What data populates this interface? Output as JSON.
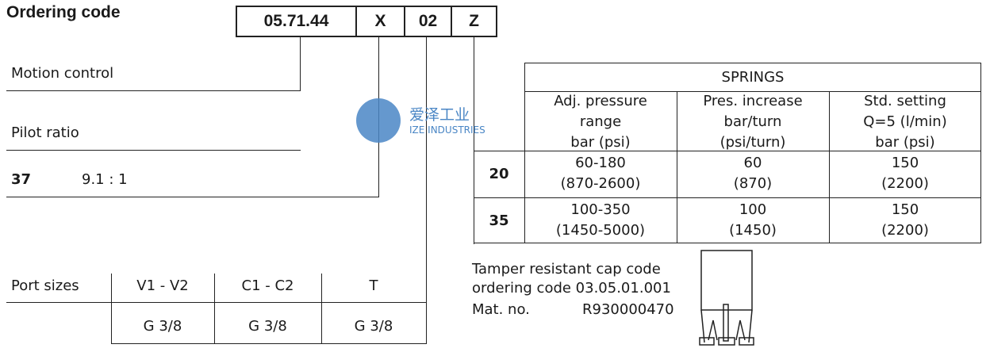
{
  "title": "Ordering code",
  "code": [
    "05.71.44",
    "X",
    "02",
    "Z"
  ],
  "motion_control": "Motion control",
  "pilot_ratio": {
    "label": "Pilot ratio",
    "code": "37",
    "value": "9.1 : 1"
  },
  "watermark": {
    "cn": "爱泽工业",
    "en": "IZE INDUSTRIES",
    "color": "#4a86c5"
  },
  "springs": {
    "title": "SPRINGS",
    "headers": [
      "Adj. pressure\nrange\nbar (psi)",
      "Pres. increase\nbar/turn\n(psi/turn)",
      "Std. setting\nQ=5 (l/min)\nbar (psi)"
    ],
    "rows": [
      {
        "code": "20",
        "cells": [
          "60-180\n(870-2600)",
          "60\n(870)",
          "150\n(2200)"
        ]
      },
      {
        "code": "35",
        "cells": [
          "100-350\n(1450-5000)",
          "100\n(1450)",
          "150\n(2200)"
        ]
      }
    ]
  },
  "ports": {
    "label": "Port sizes",
    "headers": [
      "V1 - V2",
      "C1 - C2",
      "T"
    ],
    "values": [
      "G 3/8",
      "G 3/8",
      "G 3/8"
    ]
  },
  "cap": {
    "line1": "Tamper resistant cap code",
    "line2": "ordering code 03.05.01.001",
    "mat_label": "Mat. no.",
    "mat_value": "R930000470"
  }
}
